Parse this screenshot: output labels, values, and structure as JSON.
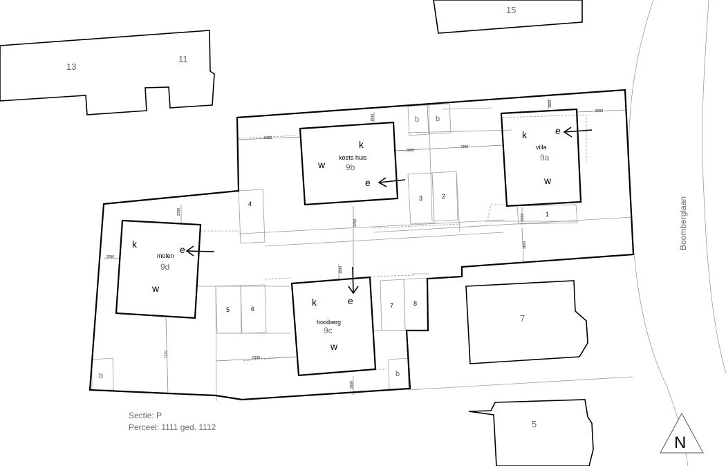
{
  "neighbours": {
    "n15": "15",
    "n13": "13",
    "n11": "11",
    "n7": "7",
    "n5": "5"
  },
  "street": "Boomberglaan",
  "buildings": {
    "koetshuis": {
      "label": "koets huis",
      "number": "9b",
      "k": "k",
      "w": "w",
      "e": "e"
    },
    "villa": {
      "label": "villa",
      "number": "9a",
      "k": "k",
      "w": "w",
      "e": "e"
    },
    "molen": {
      "label": "molen",
      "number": "9d",
      "k": "k",
      "w": "w",
      "e": "e"
    },
    "hooiberg": {
      "label": "hooiberg",
      "number": "9c",
      "k": "k",
      "w": "w",
      "e": "e"
    }
  },
  "sheds": {
    "s1": "1",
    "s2": "2",
    "s3": "3",
    "s4": "4",
    "s5": "5",
    "s6": "6",
    "s7": "7",
    "s8": "8",
    "b": "b"
  },
  "dimensions": {
    "d6400": "6400",
    "d1500": "1500",
    "d3600": "3600",
    "d7200": "7200",
    "d1600": "1600",
    "d6000": "6000",
    "d3750": "3750",
    "d2159": "2159",
    "d3600b": "3600",
    "d2700": "2700",
    "d2000": "2000",
    "d1500b": "1500",
    "d7270": "7270",
    "d6100": "6100",
    "d2600": "2600"
  },
  "cadastral": {
    "sectie": "Sectie: P",
    "perceel": "Perceel: 1111 ged. 1112"
  },
  "north": "N"
}
